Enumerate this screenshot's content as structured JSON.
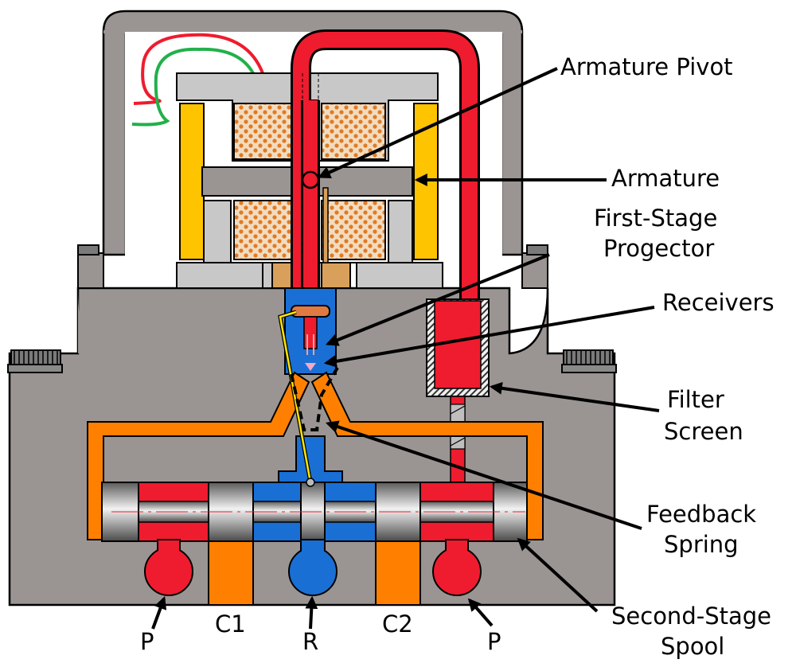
{
  "labels": {
    "armature_pivot": "Armature Pivot",
    "armature": "Armature",
    "first_stage_line1": "First-Stage",
    "first_stage_line2": "Progector",
    "receivers": "Receivers",
    "filter_line1": "Filter",
    "filter_line2": "Screen",
    "feedback_line1": "Feedback",
    "feedback_line2": "Spring",
    "second_stage_line1": "Second-Stage",
    "second_stage_line2": "Spool"
  },
  "ports": {
    "p_left": "P",
    "c1": "C1",
    "r": "R",
    "c2": "C2",
    "p_right": "P"
  },
  "colors": {
    "body": "#9a9593",
    "housing": "#9a9593",
    "pole": "#c8c8c8",
    "magnet": "#ffc400",
    "coil": "#f2dcc0",
    "coil_dot": "#e07a24",
    "pressure": "#ee1c2e",
    "return": "#1166cc",
    "control": "#ff8000",
    "spring": "#ffe600",
    "brown": "#d8a05a"
  }
}
